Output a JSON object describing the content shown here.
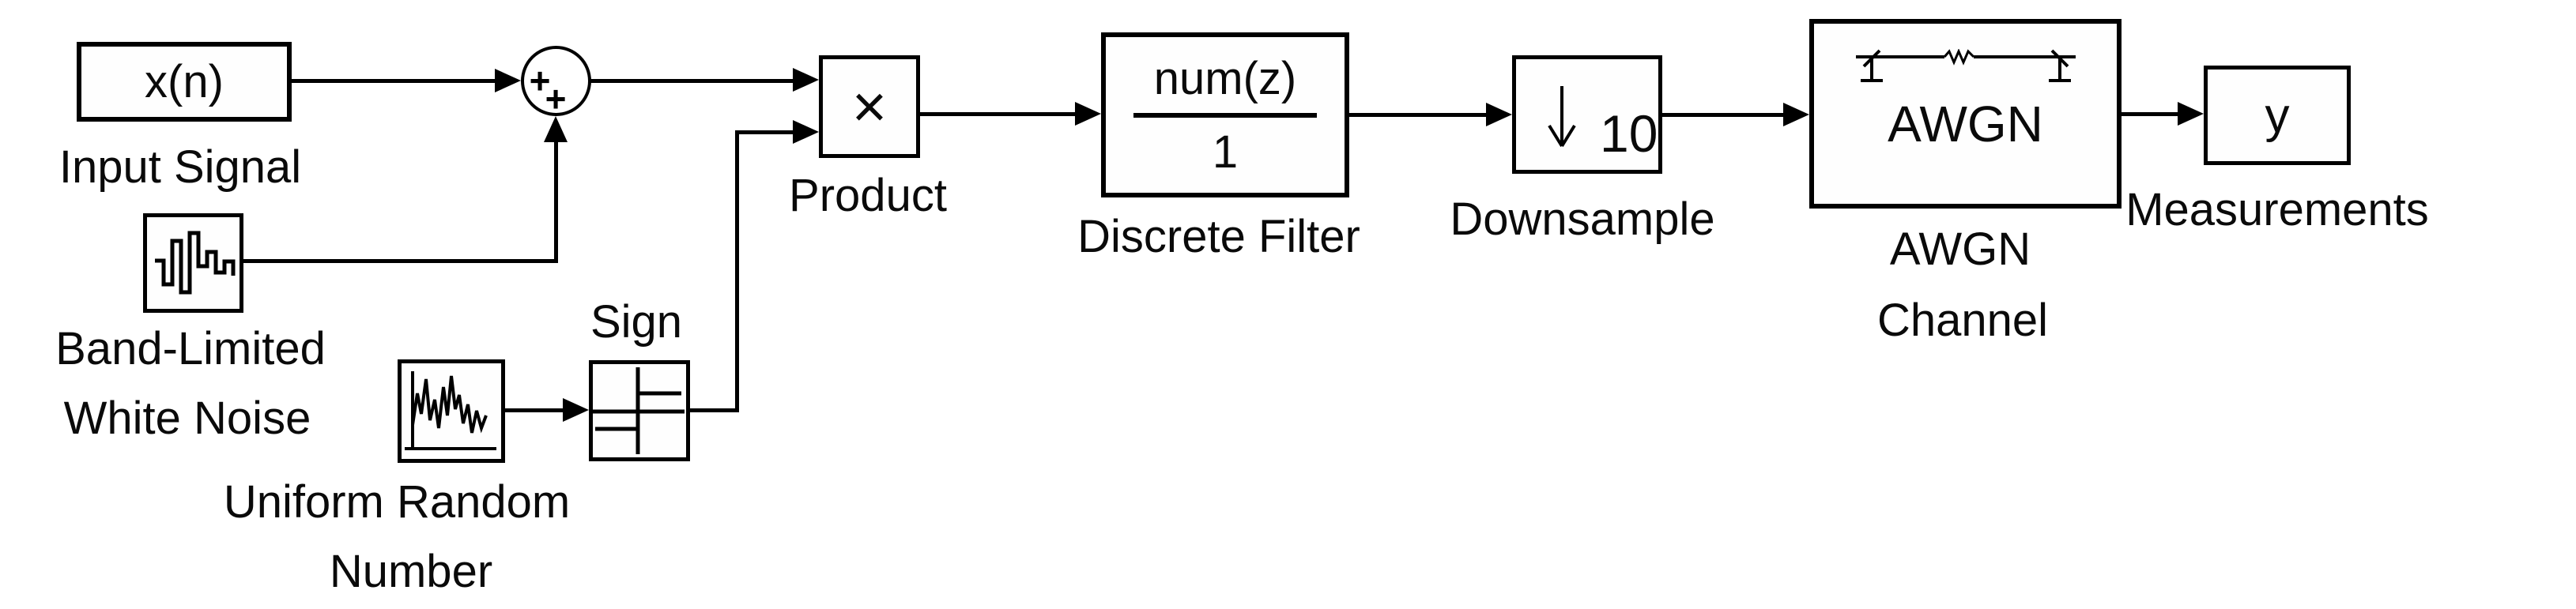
{
  "blocks": {
    "input_signal": {
      "text": "x(n)",
      "label": "Input Signal"
    },
    "sum": {
      "operator_top": "+",
      "operator_bottom": "+"
    },
    "band_limited_white_noise": {
      "label_line1": "Band-Limited",
      "label_line2": "White Noise"
    },
    "uniform_random_number": {
      "label_line1": "Uniform Random",
      "label_line2": "Number"
    },
    "sign": {
      "label": "Sign"
    },
    "product": {
      "symbol": "×",
      "label": "Product"
    },
    "discrete_filter": {
      "numerator": "num(z)",
      "denominator": "1",
      "label": "Discrete Filter"
    },
    "downsample": {
      "factor": "10",
      "label": "Downsample"
    },
    "awgn_channel": {
      "text": "AWGN",
      "label_line1": "AWGN",
      "label_line2": "Channel"
    },
    "measurements": {
      "text": "y",
      "label": "Measurements"
    }
  },
  "colors": {
    "line": "#000000",
    "background": "#ffffff",
    "text": "#0a0a0a"
  }
}
